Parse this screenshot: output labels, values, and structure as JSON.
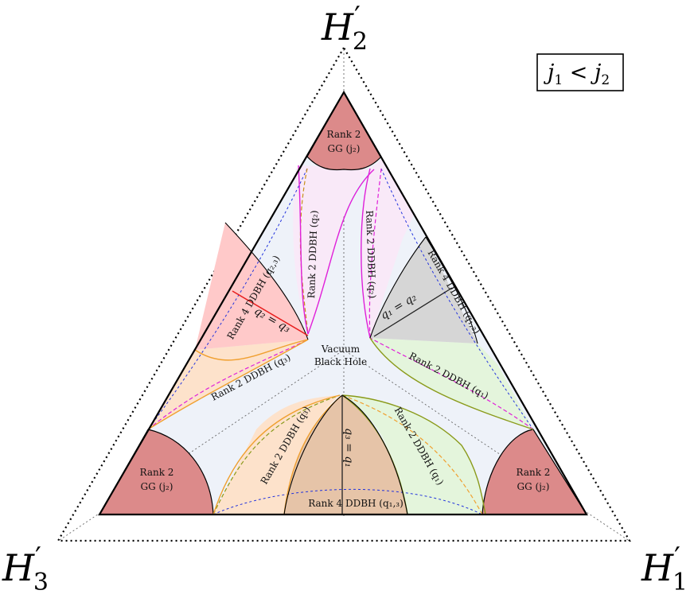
{
  "corners": {
    "top": {
      "base": "H",
      "prime": "′",
      "sub": "2"
    },
    "left": {
      "base": "H",
      "prime": "′",
      "sub": "3"
    },
    "right": {
      "base": "H",
      "prime": "′",
      "sub": "1"
    }
  },
  "condition_box": {
    "var_a": "j",
    "sub_a": "1",
    "op": " < ",
    "var_b": "j",
    "sub_b": "2"
  },
  "regions": {
    "gg_top": {
      "line1": "Rank 2",
      "line2": "GG (j₂)"
    },
    "gg_left": {
      "line1": "Rank 2",
      "line2": "GG (j₂)"
    },
    "gg_right": {
      "line1": "Rank 2",
      "line2": "GG (j₂)"
    },
    "vacuum": {
      "line1": "Vacuum",
      "line2": "Black Hole"
    },
    "ddbh_q2_left": "Rank 2 DDBH (q₂)",
    "ddbh_q2_right": "Rank 2 DDBH (q₂)",
    "ddbh_q3_upper": "Rank 2 DDBH (q₃)",
    "ddbh_q3_lower": "Rank 2 DDBH (q₃)",
    "ddbh_q1_upper": "Rank 2 DDBH (q₁)",
    "ddbh_q1_lower": "Rank 2 DDBH (q₁)",
    "rank4_q23": "Rank 4 DDBH (q₂,₃)",
    "rank4_q12": "Rank 4 DDBH (q₁,₂)",
    "rank4_q13": "Rank 4 DDBH (q₁,₃)",
    "eq_q2_q3": "q₂ = q₃",
    "eq_q1_q2": "q₁ = q₂",
    "eq_q3_q1": "q₃ = q₁"
  },
  "colors": {
    "gg": "#dc8a8a",
    "background": "#eef2f9",
    "magenta_region": "#f9e9f8",
    "orange_region": "#fde2cb",
    "green_region": "#e4f5dc",
    "red_region": "#ffc9c9",
    "gray_region": "#d6d6d6",
    "tan_region": "#e6c4a8",
    "magenta_line": "#e01fd9",
    "orange_line": "#f0a030",
    "green_line": "#8a9a1a",
    "red_line": "#e81e1e",
    "blue_dash": "#2233dd"
  }
}
